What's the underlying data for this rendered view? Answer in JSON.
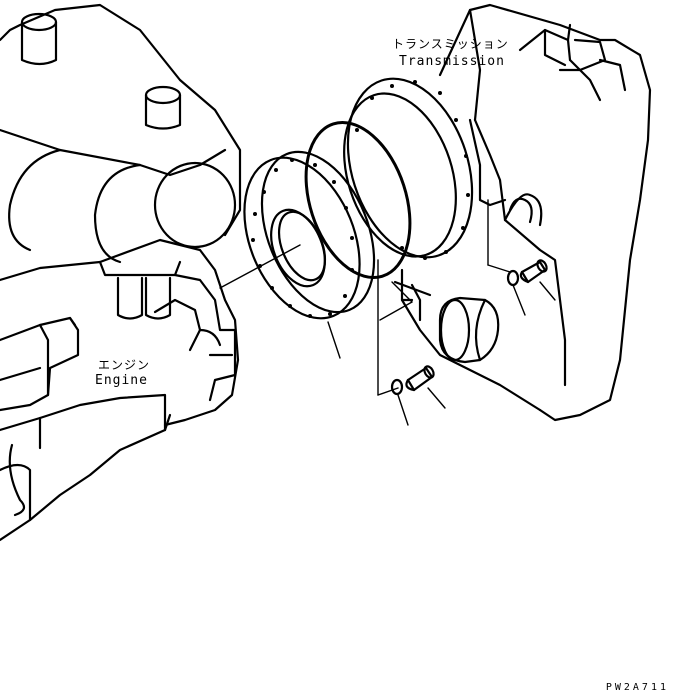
{
  "labels": {
    "transmission_jp": "トランスミッション",
    "transmission_en": "Transmission",
    "engine_jp": "エンジン",
    "engine_en": "Engine",
    "drawing_code": "PW2A711"
  },
  "colors": {
    "line": "#000000",
    "background": "#ffffff"
  }
}
